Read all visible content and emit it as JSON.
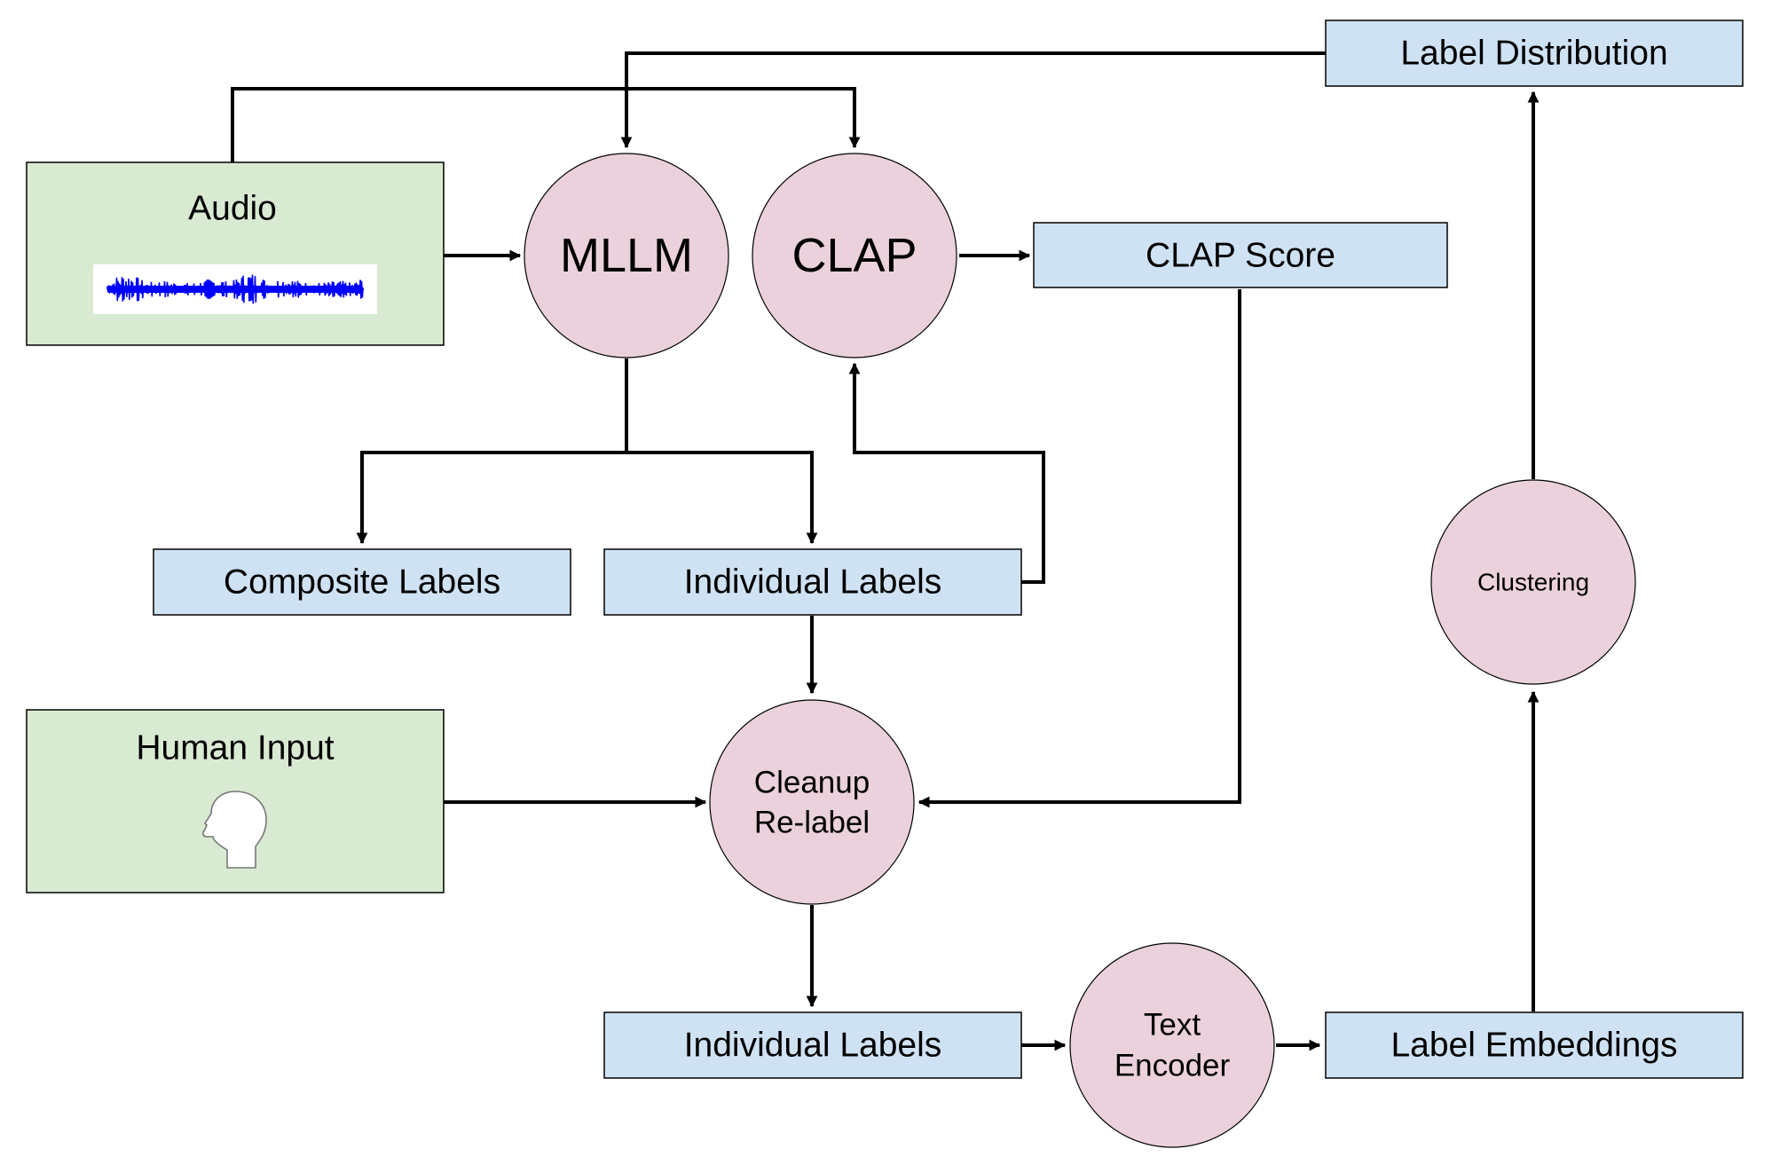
{
  "nodes": {
    "audio": {
      "label": "Audio"
    },
    "human_input": {
      "label": "Human Input"
    },
    "mllm": {
      "label": "MLLM"
    },
    "clap": {
      "label": "CLAP"
    },
    "clap_score": {
      "label": "CLAP Score"
    },
    "label_distribution": {
      "label": "Label Distribution"
    },
    "composite_labels": {
      "label": "Composite Labels"
    },
    "individual_labels_top": {
      "label": "Individual Labels"
    },
    "cleanup": {
      "line1": "Cleanup",
      "line2": "Re-label"
    },
    "individual_labels_bottom": {
      "label": "Individual Labels"
    },
    "text_encoder": {
      "line1": "Text",
      "line2": "Encoder"
    },
    "label_embeddings": {
      "label": "Label Embeddings"
    },
    "clustering": {
      "label": "Clustering"
    }
  },
  "icons": {
    "waveform": "audio-waveform-icon",
    "head": "human-head-icon"
  },
  "colors": {
    "input_box": "#d9ead3",
    "data_box": "#cfe2f3",
    "process_node": "#ead1dc",
    "waveform": "#0000ff"
  }
}
